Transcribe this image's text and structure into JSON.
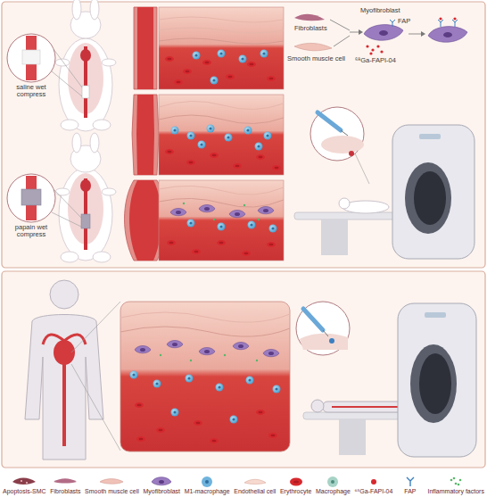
{
  "diagram": {
    "labels": [
      "Fibroblasts",
      "Myofibroblast",
      "FAP",
      "Smooth muscle cell",
      "⁶⁸Ga-FAPI-04",
      "saline wet compress",
      "papain wet compress"
    ],
    "legend": [
      {
        "text": "Apoptosis-SMC"
      },
      {
        "text": "Fibroblasts"
      },
      {
        "text": "Smooth muscle cell"
      },
      {
        "text": "Myofibroblast"
      },
      {
        "text": "M1-macrophage"
      },
      {
        "text": "Endothelial cell"
      },
      {
        "text": "Erythrocyte"
      },
      {
        "text": "Macrophage"
      },
      {
        "text": "⁶⁸Ga-FAPI-04"
      },
      {
        "text": "FAP"
      },
      {
        "text": "Inflammatory factors"
      }
    ]
  }
}
